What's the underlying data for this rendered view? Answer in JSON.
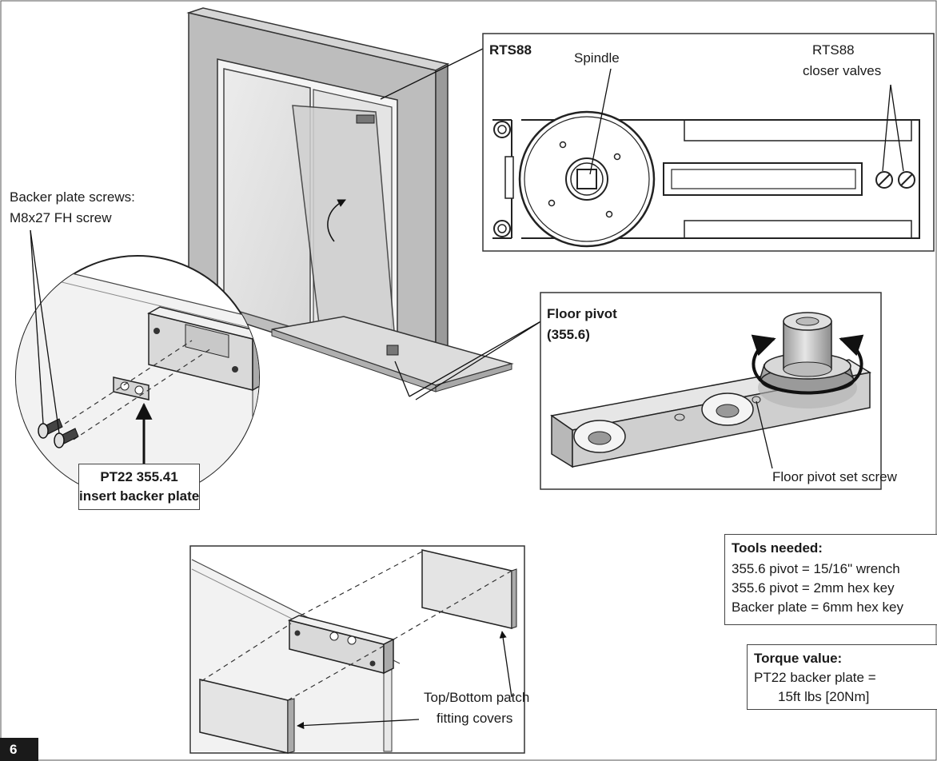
{
  "labels": {
    "rts88_title": "RTS88",
    "spindle": "Spindle",
    "closer_valves_line1": "RTS88",
    "closer_valves_line2": "closer valves",
    "backer_screws_line1": "Backer plate screws:",
    "backer_screws_line2": "M8x27 FH screw",
    "floor_pivot_line1": "Floor pivot",
    "floor_pivot_line2": "(355.6)",
    "floor_pivot_set_screw": "Floor pivot set screw",
    "pt22_line1": "PT22 355.41",
    "pt22_line2": "insert backer plate",
    "patch_covers_line1": "Top/Bottom patch",
    "patch_covers_line2": "fitting covers"
  },
  "tools": {
    "title": "Tools needed:",
    "items": [
      "355.6 pivot = 15/16\" wrench",
      "355.6 pivot = 2mm hex key",
      "Backer plate = 6mm hex key"
    ]
  },
  "torque": {
    "title": "Torque value:",
    "line1": "PT22 backer plate =",
    "line2": "15ft lbs [20Nm]"
  },
  "page_number": "6"
}
